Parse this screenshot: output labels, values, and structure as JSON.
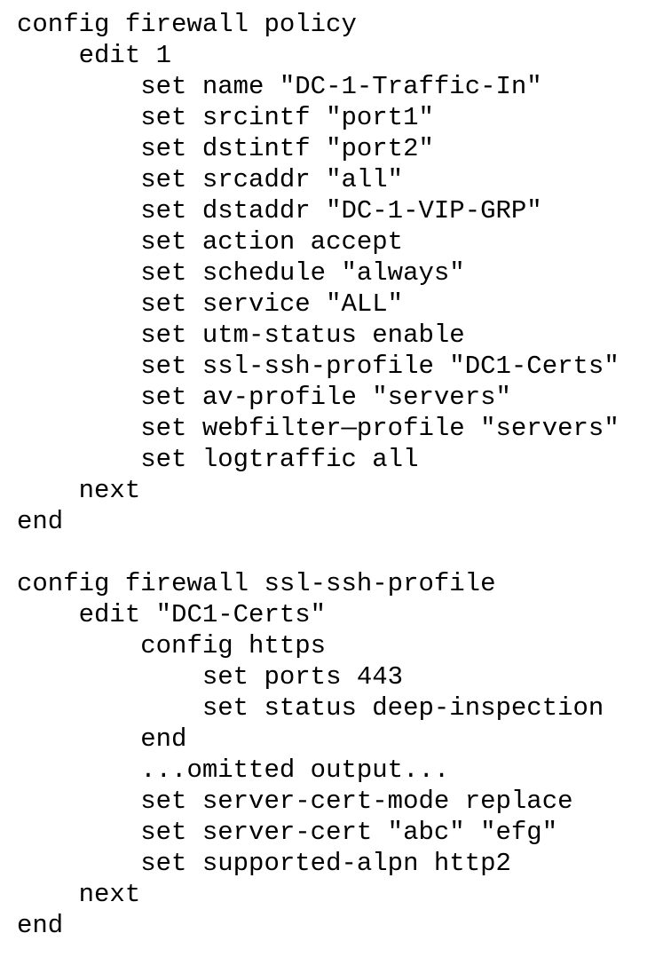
{
  "document": {
    "lines": [
      {
        "indent": 0,
        "text": "config firewall policy"
      },
      {
        "indent": 1,
        "text": "edit 1"
      },
      {
        "indent": 2,
        "text": "set name \"DC-1-Traffic-In\""
      },
      {
        "indent": 2,
        "text": "set srcintf \"port1\""
      },
      {
        "indent": 2,
        "text": "set dstintf \"port2\""
      },
      {
        "indent": 2,
        "text": "set srcaddr \"all\""
      },
      {
        "indent": 2,
        "text": "set dstaddr \"DC-1-VIP-GRP\""
      },
      {
        "indent": 2,
        "text": "set action accept"
      },
      {
        "indent": 2,
        "text": "set schedule \"always\""
      },
      {
        "indent": 2,
        "text": "set service \"ALL\""
      },
      {
        "indent": 2,
        "text": "set utm-status enable"
      },
      {
        "indent": 2,
        "text": "set ssl-ssh-profile \"DC1-Certs\""
      },
      {
        "indent": 2,
        "text": "set av-profile \"servers\""
      },
      {
        "indent": 2,
        "text": "set webfilter—profile \"servers\""
      },
      {
        "indent": 2,
        "text": "set logtraffic all"
      },
      {
        "indent": 1,
        "text": "next"
      },
      {
        "indent": 0,
        "text": "end"
      },
      {
        "indent": 0,
        "text": ""
      },
      {
        "indent": 0,
        "text": "config firewall ssl-ssh-profile"
      },
      {
        "indent": 1,
        "text": "edit \"DC1-Certs\""
      },
      {
        "indent": 2,
        "text": "config https"
      },
      {
        "indent": 3,
        "text": "set ports 443"
      },
      {
        "indent": 3,
        "text": "set status deep-inspection"
      },
      {
        "indent": 2,
        "text": "end"
      },
      {
        "indent": 2,
        "text": "...omitted output..."
      },
      {
        "indent": 2,
        "text": "set server-cert-mode replace"
      },
      {
        "indent": 2,
        "text": "set server-cert \"abc\" \"efg\""
      },
      {
        "indent": 2,
        "text": "set supported-alpn http2"
      },
      {
        "indent": 1,
        "text": "next"
      },
      {
        "indent": 0,
        "text": "end"
      }
    ]
  }
}
